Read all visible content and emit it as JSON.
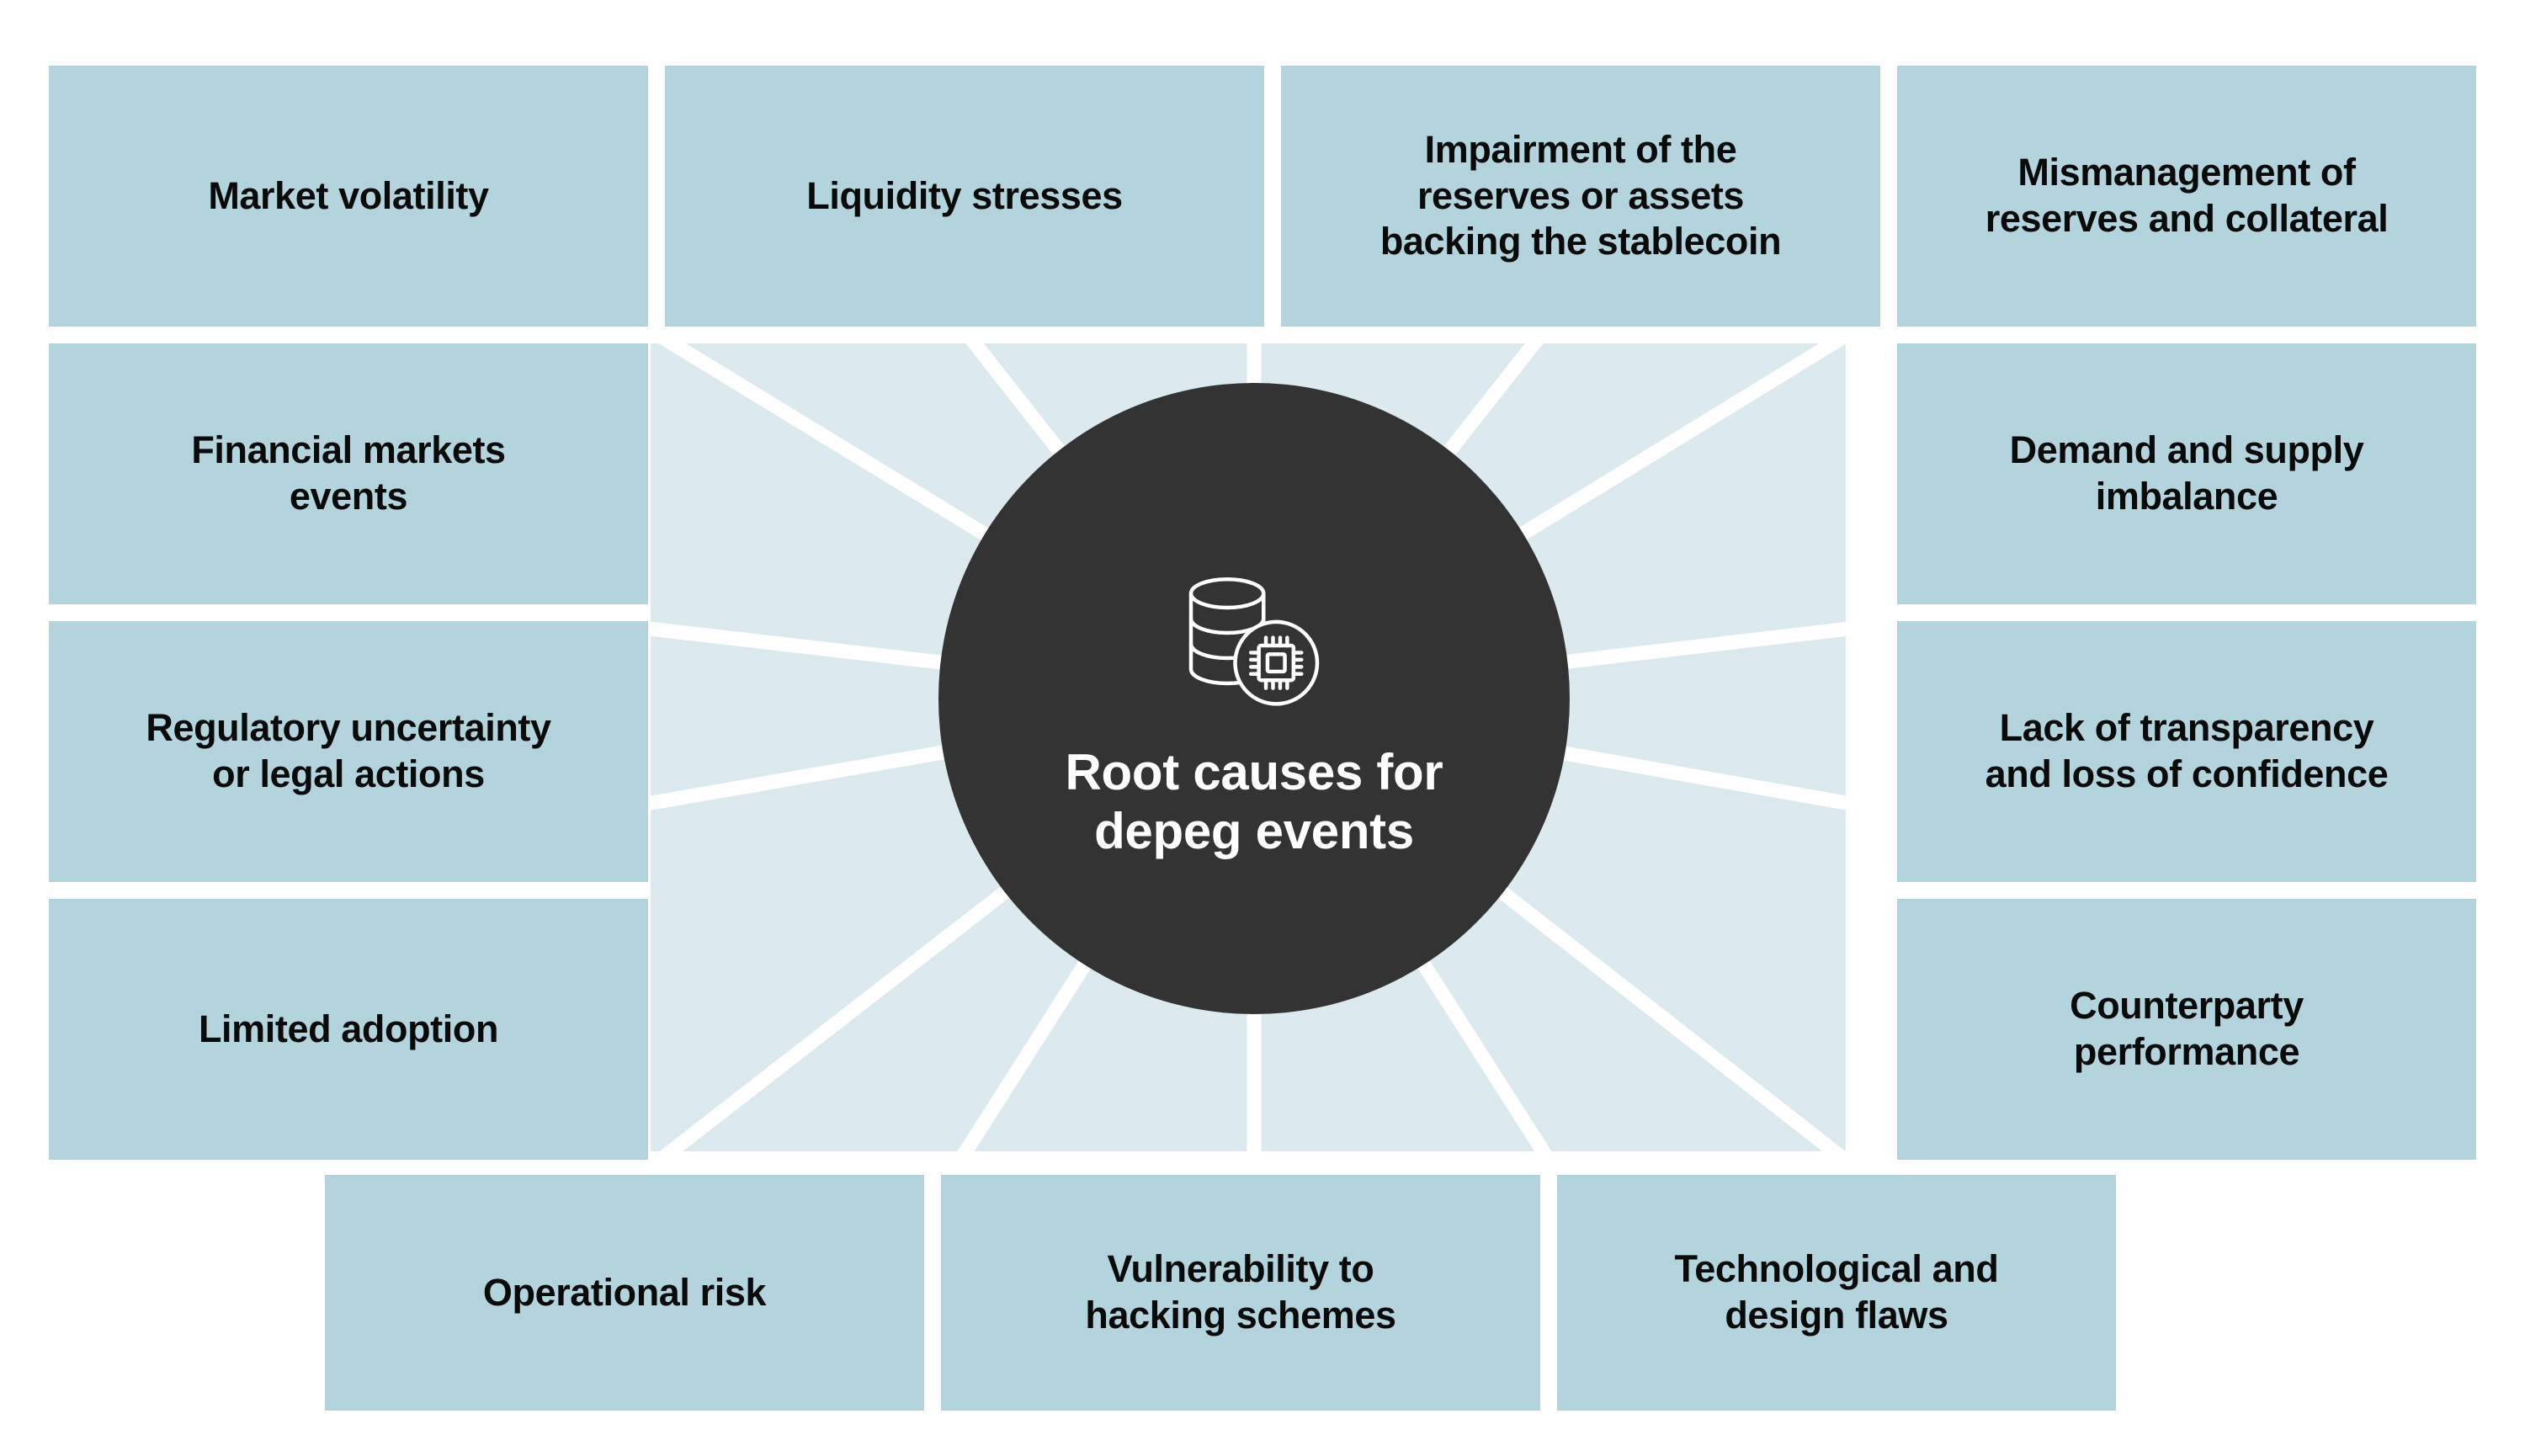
{
  "diagram": {
    "title": "Root causes for depeg events",
    "colors": {
      "background": "#ffffff",
      "node_fill": "#b4d4dd",
      "hub_panel_fill": "#dceaef",
      "hub_circle_fill": "#333333",
      "node_text": "#0a0a0a",
      "hub_text": "#ffffff",
      "spoke_line": "#ffffff"
    },
    "hub": {
      "label": "Root causes for\ndepeg events",
      "icon": "database-chip-icon"
    },
    "top_row": [
      {
        "label": "Market volatility"
      },
      {
        "label": "Liquidity stresses"
      },
      {
        "label": "Impairment of the\nreserves or assets\nbacking the stablecoin"
      },
      {
        "label": "Mismanagement of\nreserves and collateral"
      }
    ],
    "left_column": [
      {
        "label": "Financial markets\nevents"
      },
      {
        "label": "Regulatory uncertainty\nor legal actions"
      },
      {
        "label": "Limited adoption"
      }
    ],
    "right_column": [
      {
        "label": "Demand and supply\nimbalance"
      },
      {
        "label": "Lack of transparency\nand loss of confidence"
      },
      {
        "label": "Counterparty\nperformance"
      }
    ],
    "bottom_row": [
      {
        "label": "Operational risk"
      },
      {
        "label": "Vulnerability to\nhacking schemes"
      },
      {
        "label": "Technological and\ndesign flaws"
      }
    ]
  }
}
